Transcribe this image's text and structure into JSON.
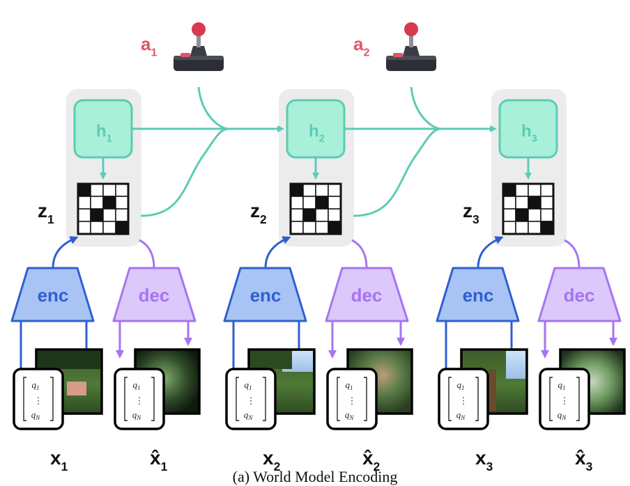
{
  "actions": [
    {
      "letter": "a",
      "sub": "1"
    },
    {
      "letter": "a",
      "sub": "2"
    }
  ],
  "steps": [
    {
      "h_letter": "h",
      "h_sub": "1",
      "z_letter": "z",
      "z_sub": "1",
      "x_letter": "x",
      "x_sub": "1",
      "xhat_letter": "x̂",
      "xhat_sub": "1",
      "enc_label": "enc",
      "dec_label": "dec"
    },
    {
      "h_letter": "h",
      "h_sub": "2",
      "z_letter": "z",
      "z_sub": "2",
      "x_letter": "x",
      "x_sub": "2",
      "xhat_letter": "x̂",
      "xhat_sub": "2",
      "enc_label": "enc",
      "dec_label": "dec"
    },
    {
      "h_letter": "h",
      "h_sub": "3",
      "z_letter": "z",
      "z_sub": "3",
      "x_letter": "x",
      "x_sub": "3",
      "xhat_letter": "x̂",
      "xhat_sub": "3",
      "enc_label": "enc",
      "dec_label": "dec"
    }
  ],
  "vector": {
    "top": "q",
    "top_sub": "1",
    "dots": "⋮",
    "bottom": "q",
    "bottom_sub": "N"
  },
  "caption": "(a) World Model Encoding",
  "colors": {
    "teal": "#5ccbb4",
    "teal_fill": "#a8f0d8",
    "enc_stroke": "#2e5fd0",
    "enc_fill": "#a9c4f4",
    "dec_stroke": "#a574f2",
    "dec_fill": "#dcc8fb",
    "action_red": "#e0556a",
    "panel_gray": "#ececec"
  },
  "icons": [
    "joystick-icon"
  ]
}
